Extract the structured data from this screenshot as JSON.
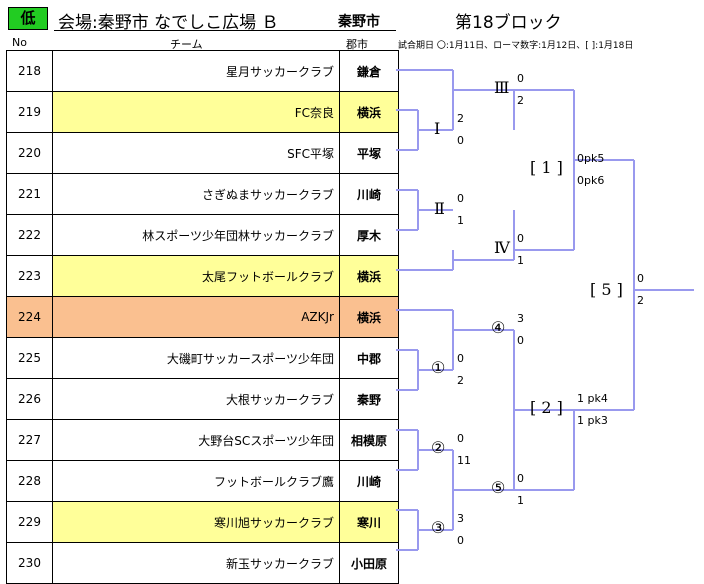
{
  "header": {
    "level": "低",
    "venue": "会場:秦野市 なでしこ広場 Ｂ",
    "city": "秦野市",
    "block": "第18ブロック"
  },
  "columns": {
    "no": "No",
    "team": "チーム",
    "city": "郡市"
  },
  "date_note": "試合期日 〇:1月11日、ローマ数字:1月12日、[ ]:1月18日",
  "teams": [
    {
      "no": "218",
      "name": "星月サッカークラブ",
      "city": "鎌倉",
      "highlight": "none"
    },
    {
      "no": "219",
      "name": "FC奈良",
      "city": "横浜",
      "highlight": "yellow"
    },
    {
      "no": "220",
      "name": "SFC平塚",
      "city": "平塚",
      "highlight": "none"
    },
    {
      "no": "221",
      "name": "さぎぬまサッカークラブ",
      "city": "川崎",
      "highlight": "none"
    },
    {
      "no": "222",
      "name": "林スポーツ少年団林サッカークラブ",
      "city": "厚木",
      "highlight": "none"
    },
    {
      "no": "223",
      "name": "太尾フットボールクラブ",
      "city": "横浜",
      "highlight": "yellow"
    },
    {
      "no": "224",
      "name": "AZKJr",
      "city": "横浜",
      "highlight": "orange"
    },
    {
      "no": "225",
      "name": "大磯町サッカースポーツ少年団",
      "city": "中郡",
      "highlight": "none"
    },
    {
      "no": "226",
      "name": "大根サッカークラブ",
      "city": "秦野",
      "highlight": "none"
    },
    {
      "no": "227",
      "name": "大野台SCスポーツ少年団",
      "city": "相模原",
      "highlight": "none"
    },
    {
      "no": "228",
      "name": "フットボールクラブ鷹",
      "city": "川崎",
      "highlight": "none"
    },
    {
      "no": "229",
      "name": "寒川旭サッカークラブ",
      "city": "寒川",
      "highlight": "yellow"
    },
    {
      "no": "230",
      "name": "新玉サッカークラブ",
      "city": "小田原",
      "highlight": "none"
    }
  ],
  "bracket_color": "#9999ee",
  "matches": [
    {
      "id": "I",
      "label": "Ⅰ",
      "score_top": "2",
      "score_bottom": "0"
    },
    {
      "id": "III",
      "label": "Ⅲ",
      "score_top": "0",
      "score_bottom": "2"
    },
    {
      "id": "II",
      "label": "Ⅱ",
      "score_top": "0",
      "score_bottom": "1"
    },
    {
      "id": "IV",
      "label": "Ⅳ",
      "score_top": "0",
      "score_bottom": "1"
    },
    {
      "id": "m1",
      "label": "①",
      "score_top": "0",
      "score_bottom": "2"
    },
    {
      "id": "m4",
      "label": "④",
      "score_top": "3",
      "score_bottom": "0"
    },
    {
      "id": "m2",
      "label": "②",
      "score_top": "0",
      "score_bottom": "11"
    },
    {
      "id": "m3",
      "label": "③",
      "score_top": "3",
      "score_bottom": "0"
    },
    {
      "id": "m5",
      "label": "⑤",
      "score_top": "0",
      "score_bottom": "1"
    },
    {
      "id": "b1",
      "label": "[ 1 ]",
      "score_top": "0pk5",
      "score_bottom": "0pk6"
    },
    {
      "id": "b2",
      "label": "[ 2 ]",
      "score_top": "1 pk4",
      "score_bottom": "1 pk3"
    },
    {
      "id": "b5",
      "label": "[ 5 ]",
      "score_top": "0",
      "score_bottom": "2"
    }
  ]
}
